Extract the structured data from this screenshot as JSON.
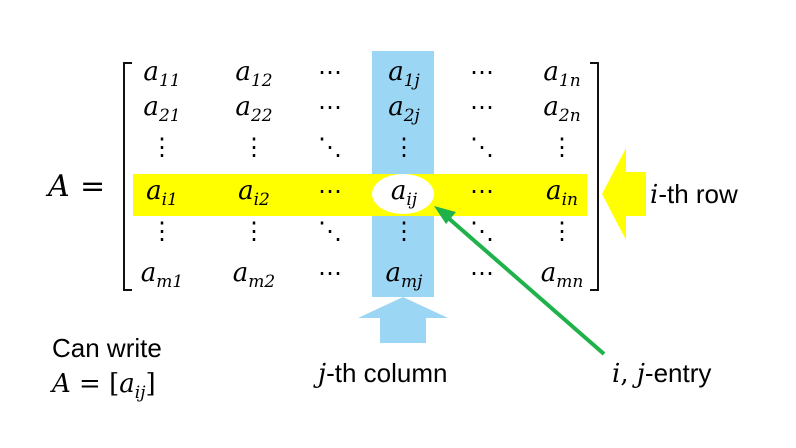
{
  "matrix_name": "A",
  "equals": "=",
  "entry_base": "a",
  "rows": [
    [
      {
        "t": "e",
        "s": "11"
      },
      {
        "t": "e",
        "s": "12"
      },
      {
        "t": "h"
      },
      {
        "t": "e",
        "s": "1j"
      },
      {
        "t": "h"
      },
      {
        "t": "e",
        "s": "1n"
      }
    ],
    [
      {
        "t": "e",
        "s": "21"
      },
      {
        "t": "e",
        "s": "22"
      },
      {
        "t": "h"
      },
      {
        "t": "e",
        "s": "2j"
      },
      {
        "t": "h"
      },
      {
        "t": "e",
        "s": "2n"
      }
    ],
    [
      {
        "t": "v"
      },
      {
        "t": "v"
      },
      {
        "t": "d"
      },
      {
        "t": "v"
      },
      {
        "t": "d"
      },
      {
        "t": "v"
      }
    ],
    [
      {
        "t": "e",
        "s": "i1"
      },
      {
        "t": "e",
        "s": "i2"
      },
      {
        "t": "h"
      },
      {
        "t": "e",
        "s": "ij"
      },
      {
        "t": "h"
      },
      {
        "t": "e",
        "s": "in"
      }
    ],
    [
      {
        "t": "v"
      },
      {
        "t": "v"
      },
      {
        "t": "d"
      },
      {
        "t": "v"
      },
      {
        "t": "d"
      },
      {
        "t": "v"
      }
    ],
    [
      {
        "t": "e",
        "s": "m1"
      },
      {
        "t": "e",
        "s": "m2"
      },
      {
        "t": "h"
      },
      {
        "t": "e",
        "s": "mj"
      },
      {
        "t": "h"
      },
      {
        "t": "e",
        "s": "mn"
      }
    ]
  ],
  "glyphs": {
    "h": "⋯",
    "v": "⋮",
    "d": "⋱"
  },
  "labels": {
    "row_var": "i",
    "row_text": "-th row",
    "col_var": "j",
    "col_text": "-th column",
    "entry_var_i": "i",
    "entry_comma": ", ",
    "entry_var_j": "j",
    "entry_text": "-entry",
    "can_write": "Can write",
    "formula_lhs": "A",
    "formula_eq": " = [",
    "formula_base": "a",
    "formula_sub": "ij",
    "formula_close": "]"
  },
  "colors": {
    "row_highlight": "#ffff00",
    "column_highlight": "#9bd6f5",
    "entry_arrow": "#1fb24a",
    "row_arrow": "#ffff00",
    "column_arrow": "#9bd6f5",
    "text": "#111111"
  }
}
